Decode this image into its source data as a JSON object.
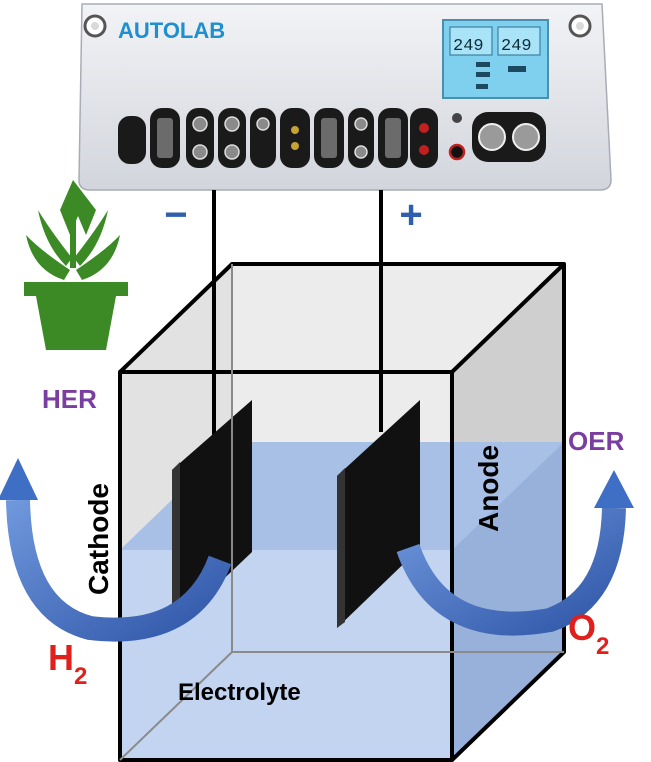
{
  "instrument": {
    "brand": "AUTOLAB",
    "display_left": "249",
    "display_right": "249",
    "negative_terminal": "−",
    "positive_terminal": "+"
  },
  "cell": {
    "cathode_label": "Cathode",
    "anode_label": "Anode",
    "electrolyte_label": "Electrolyte"
  },
  "reactions": {
    "cathode_reaction": "HER",
    "anode_reaction": "OER",
    "cathode_product_base": "H",
    "cathode_product_sub": "2",
    "anode_product_base": "O",
    "anode_product_sub": "2"
  },
  "icons": [
    "plant-pot-icon"
  ],
  "colors": {
    "reaction_label": "#7a3ea1",
    "product_label": "#e0201c",
    "terminal_sign": "#2f5fad",
    "arrow": "#3f6fc4",
    "electrolyte": "#b3c8ea",
    "plant": "#3b8a25",
    "brand": "#1e8fd0",
    "display": "#7fd0ef"
  }
}
